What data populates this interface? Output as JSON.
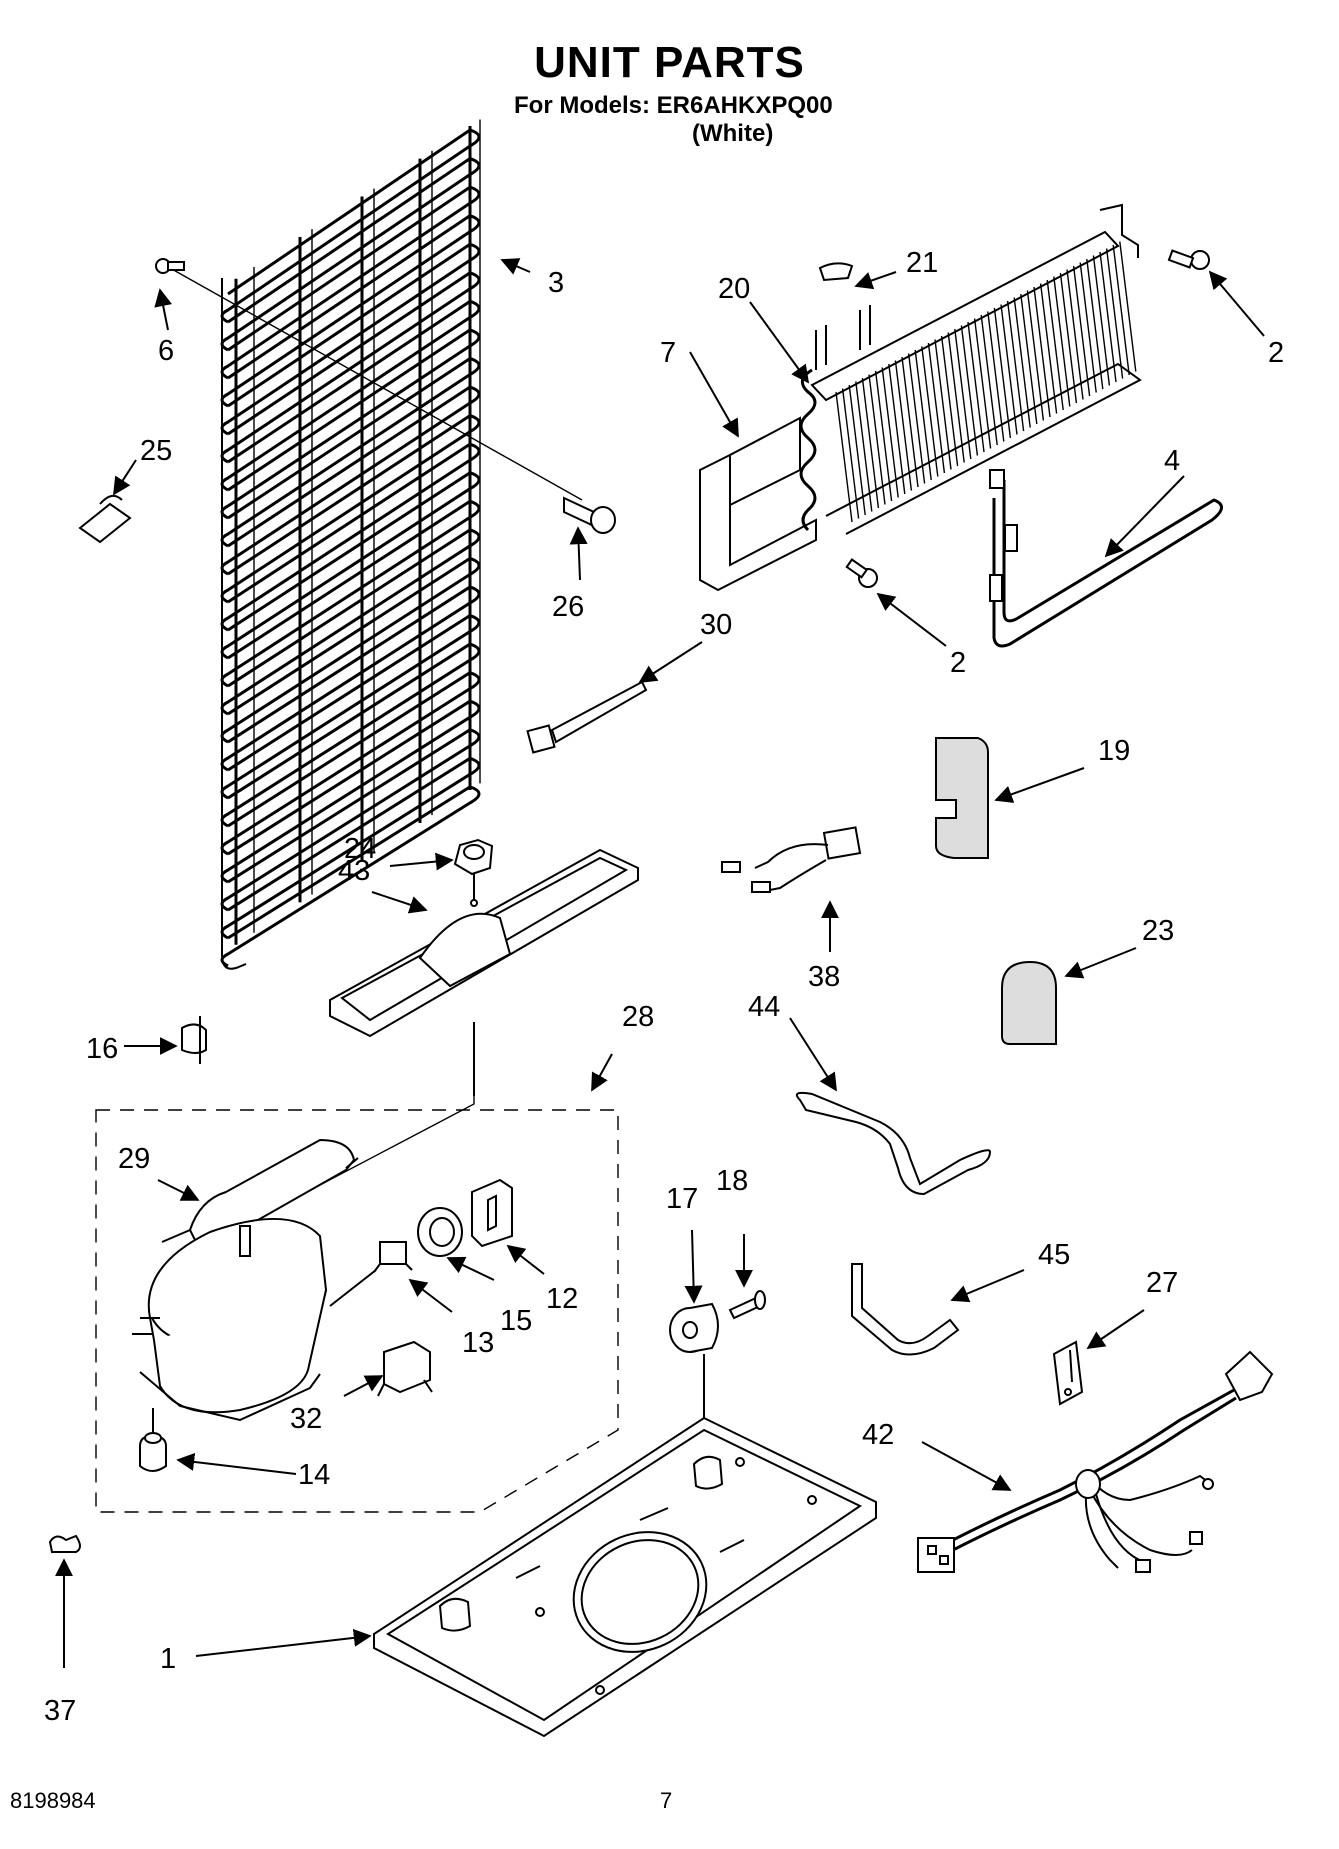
{
  "header": {
    "title": "UNIT PARTS",
    "subtitle": "For Models: ER6AHKXPQ00",
    "variant": "(White)"
  },
  "footer": {
    "document_number": "8198984",
    "page_number": "7"
  },
  "callouts": {
    "c1": "1",
    "c2a": "2",
    "c2b": "2",
    "c3": "3",
    "c4": "4",
    "c6": "6",
    "c7": "7",
    "c12": "12",
    "c13": "13",
    "c14": "14",
    "c15": "15",
    "c16": "16",
    "c17": "17",
    "c18": "18",
    "c19": "19",
    "c20": "20",
    "c21": "21",
    "c23": "23",
    "c24": "24",
    "c25": "25",
    "c26": "26",
    "c27": "27",
    "c28": "28",
    "c29": "29",
    "c30": "30",
    "c32": "32",
    "c37": "37",
    "c38": "38",
    "c42": "42",
    "c43": "43",
    "c44": "44",
    "c45": "45"
  }
}
